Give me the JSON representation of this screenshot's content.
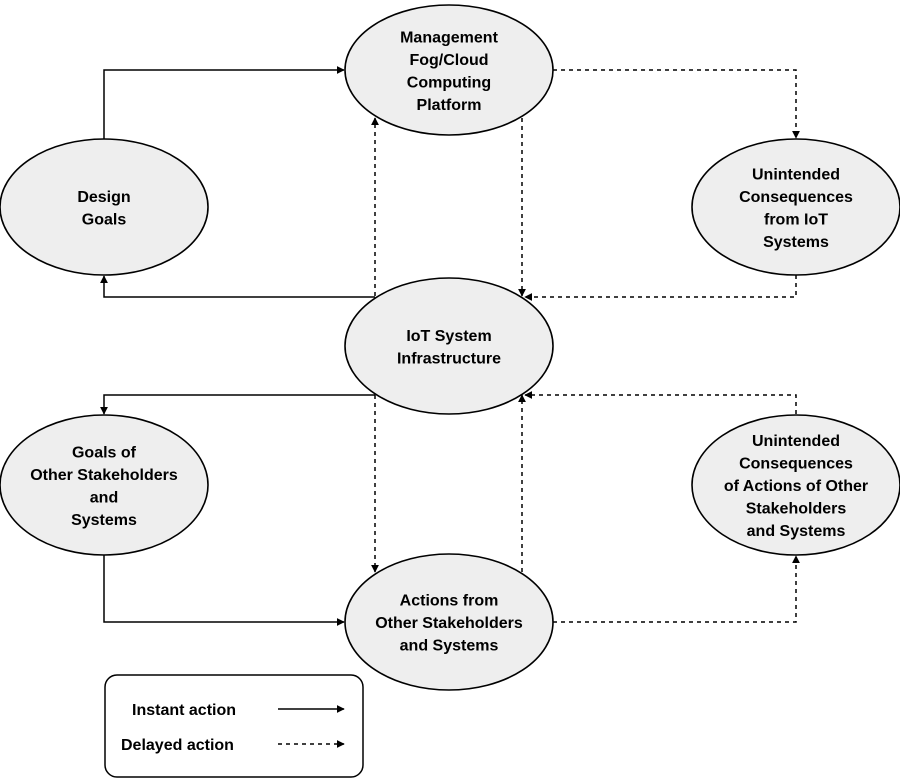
{
  "nodes": {
    "management": {
      "lines": [
        "Management",
        "Fog/Cloud",
        "Computing",
        "Platform"
      ]
    },
    "design_goals": {
      "lines": [
        "Design",
        "Goals"
      ]
    },
    "unintended_iot": {
      "lines": [
        "Unintended",
        "Consequences",
        "from IoT",
        "Systems"
      ]
    },
    "iot_infra": {
      "lines": [
        "IoT System",
        "Infrastructure"
      ]
    },
    "goals_other": {
      "lines": [
        "Goals of",
        "Other Stakeholders",
        "and",
        "Systems"
      ]
    },
    "unintended_actions": {
      "lines": [
        "Unintended",
        "Consequences",
        "of Actions of Other",
        "Stakeholders",
        "and Systems"
      ]
    },
    "actions_other": {
      "lines": [
        "Actions from",
        "Other Stakeholders",
        "and Systems"
      ]
    }
  },
  "edges": [
    {
      "from": "design_goals",
      "to": "management",
      "kind": "instant"
    },
    {
      "from": "management",
      "to": "unintended_iot",
      "kind": "delayed"
    },
    {
      "from": "management",
      "to": "iot_infra",
      "kind": "delayed"
    },
    {
      "from": "iot_infra",
      "to": "management",
      "kind": "delayed"
    },
    {
      "from": "unintended_iot",
      "to": "iot_infra",
      "kind": "delayed"
    },
    {
      "from": "iot_infra",
      "to": "design_goals",
      "kind": "instant"
    },
    {
      "from": "iot_infra",
      "to": "goals_other",
      "kind": "instant"
    },
    {
      "from": "iot_infra",
      "to": "actions_other",
      "kind": "delayed"
    },
    {
      "from": "actions_other",
      "to": "iot_infra",
      "kind": "delayed"
    },
    {
      "from": "unintended_actions",
      "to": "iot_infra",
      "kind": "delayed"
    },
    {
      "from": "goals_other",
      "to": "actions_other",
      "kind": "instant"
    },
    {
      "from": "actions_other",
      "to": "unintended_actions",
      "kind": "delayed"
    }
  ],
  "legend": {
    "instant_label": "Instant action",
    "delayed_label": "Delayed action"
  }
}
